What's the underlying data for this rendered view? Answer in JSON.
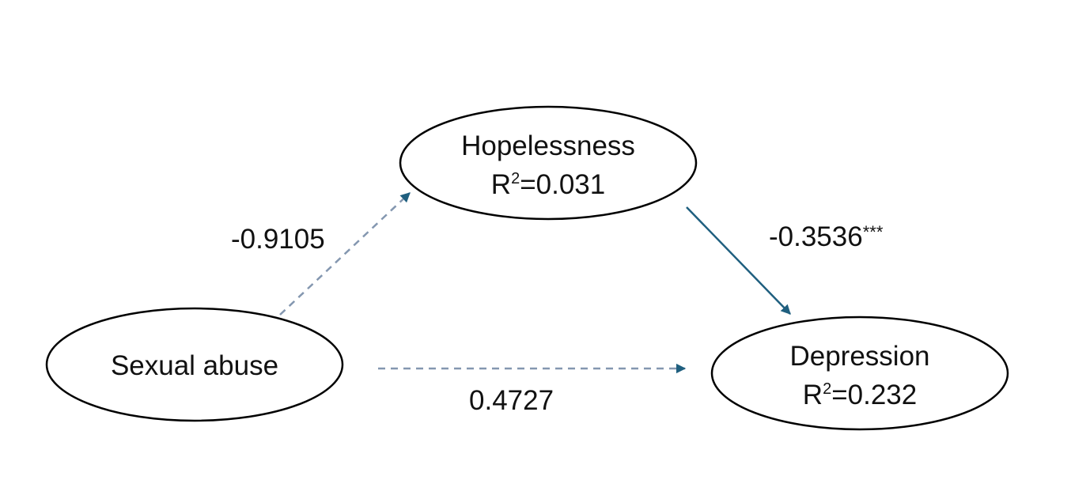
{
  "nodes": {
    "hopelessness": {
      "label": "Hopelessness",
      "r2_prefix": "R",
      "r2_sup": "2",
      "r2_value": "=0.031"
    },
    "sexual_abuse": {
      "label": "Sexual abuse"
    },
    "depression": {
      "label": "Depression",
      "r2_prefix": "R",
      "r2_sup": "2",
      "r2_value": "=0.232"
    }
  },
  "paths": {
    "abuse_to_hopelessness": {
      "coefficient": "-0.9105",
      "significance": "",
      "style": "dashed",
      "color": "#8497b0"
    },
    "hopelessness_to_depression": {
      "coefficient": "-0.3536",
      "significance": "***",
      "style": "solid",
      "color": "#1f5f7f"
    },
    "abuse_to_depression": {
      "coefficient": "0.4727",
      "significance": "",
      "style": "dashed",
      "color": "#8497b0"
    }
  },
  "colors": {
    "node_stroke": "#000000",
    "text": "#111111",
    "dashed_arrow": "#8497b0",
    "dashed_arrowhead": "#1f5f7f",
    "solid_arrow": "#1f5f7f"
  }
}
